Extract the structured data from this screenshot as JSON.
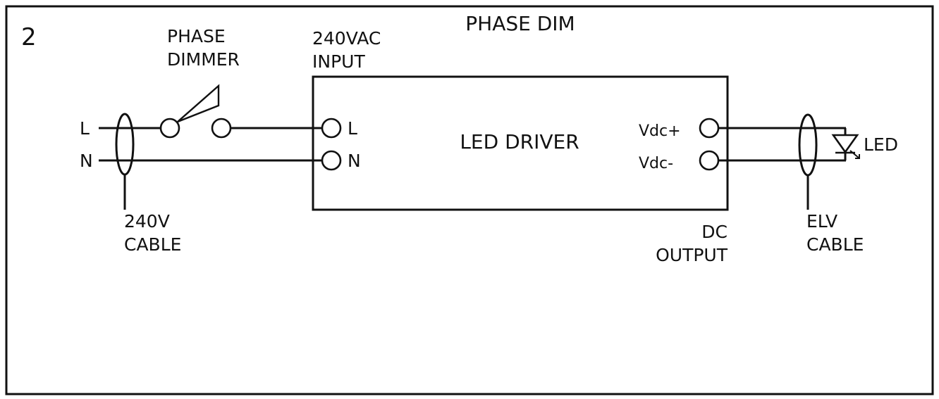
{
  "diagram": {
    "panel_number": "2",
    "title": "PHASE DIM",
    "dimmer": {
      "line1": "PHASE",
      "line2": "DIMMER"
    },
    "input": {
      "line1": "240VAC",
      "line2": "INPUT"
    },
    "mains_terminals": {
      "live": "L",
      "neutral": "N"
    },
    "driver": {
      "name": "LED DRIVER",
      "input_live": "L",
      "input_neutral": "N",
      "output_positive": "Vdc+",
      "output_negative": "Vdc-"
    },
    "mains_cable": {
      "line1": "240V",
      "line2": "CABLE"
    },
    "output": {
      "line1": "DC",
      "line2": "OUTPUT"
    },
    "elv_cable": {
      "line1": "ELV",
      "line2": "CABLE"
    },
    "load": "LED"
  },
  "colors": {
    "ink": "#111111",
    "background": "#ffffff"
  }
}
